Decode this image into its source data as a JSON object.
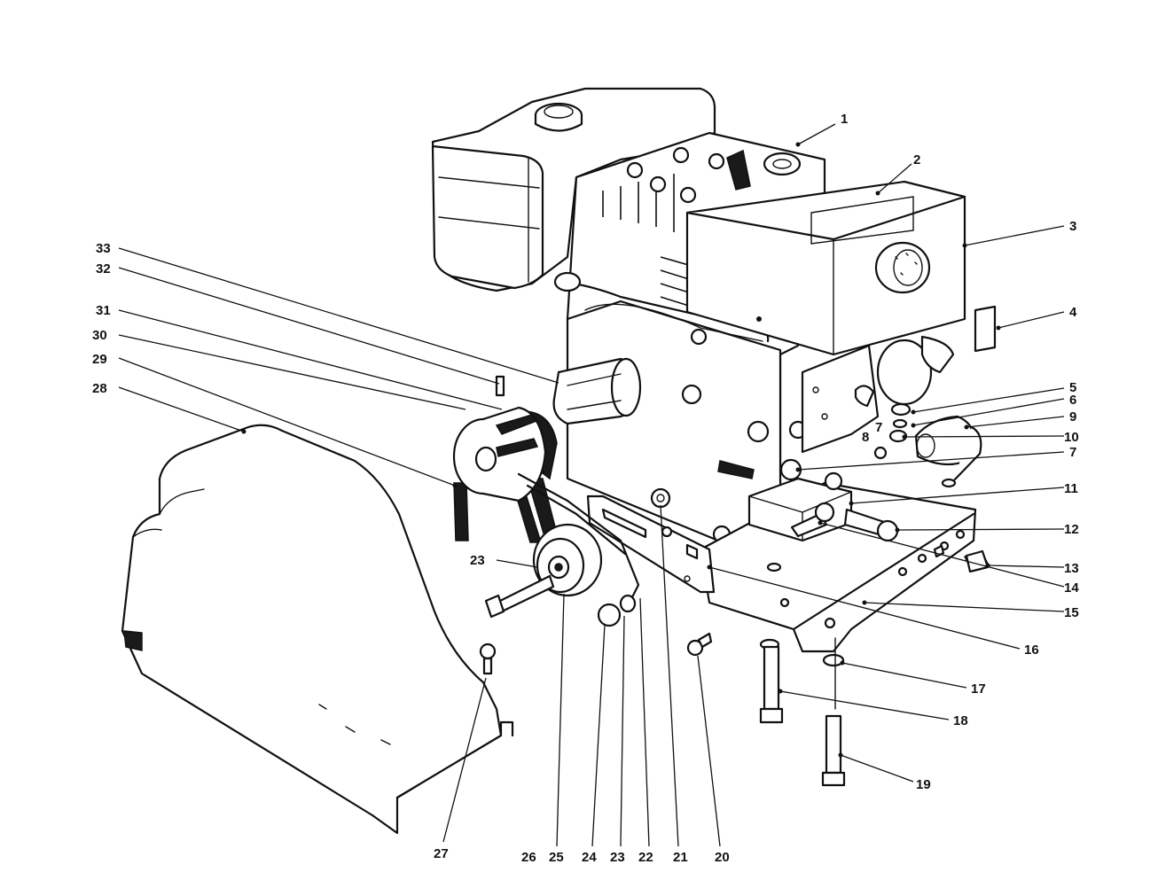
{
  "callouts": [
    {
      "id": "c1",
      "label": "1"
    },
    {
      "id": "c2",
      "label": "2"
    },
    {
      "id": "c3",
      "label": "3"
    },
    {
      "id": "c4",
      "label": "4"
    },
    {
      "id": "c5",
      "label": "5"
    },
    {
      "id": "c6",
      "label": "6"
    },
    {
      "id": "c7a",
      "label": "7"
    },
    {
      "id": "c7b",
      "label": "7"
    },
    {
      "id": "c8",
      "label": "8"
    },
    {
      "id": "c9",
      "label": "9"
    },
    {
      "id": "c10",
      "label": "10"
    },
    {
      "id": "c11",
      "label": "11"
    },
    {
      "id": "c12",
      "label": "12"
    },
    {
      "id": "c13",
      "label": "13"
    },
    {
      "id": "c14",
      "label": "14"
    },
    {
      "id": "c15",
      "label": "15"
    },
    {
      "id": "c16",
      "label": "16"
    },
    {
      "id": "c17",
      "label": "17"
    },
    {
      "id": "c18",
      "label": "18"
    },
    {
      "id": "c19",
      "label": "19"
    },
    {
      "id": "c20",
      "label": "20"
    },
    {
      "id": "c21",
      "label": "21"
    },
    {
      "id": "c22",
      "label": "22"
    },
    {
      "id": "c23a",
      "label": "23"
    },
    {
      "id": "c23b",
      "label": "23"
    },
    {
      "id": "c24",
      "label": "24"
    },
    {
      "id": "c25",
      "label": "25"
    },
    {
      "id": "c26",
      "label": "26"
    },
    {
      "id": "c27",
      "label": "27"
    },
    {
      "id": "c28",
      "label": "28"
    },
    {
      "id": "c29",
      "label": "29"
    },
    {
      "id": "c30",
      "label": "30"
    },
    {
      "id": "c31",
      "label": "31"
    },
    {
      "id": "c32",
      "label": "32"
    },
    {
      "id": "c33",
      "label": "33"
    }
  ]
}
